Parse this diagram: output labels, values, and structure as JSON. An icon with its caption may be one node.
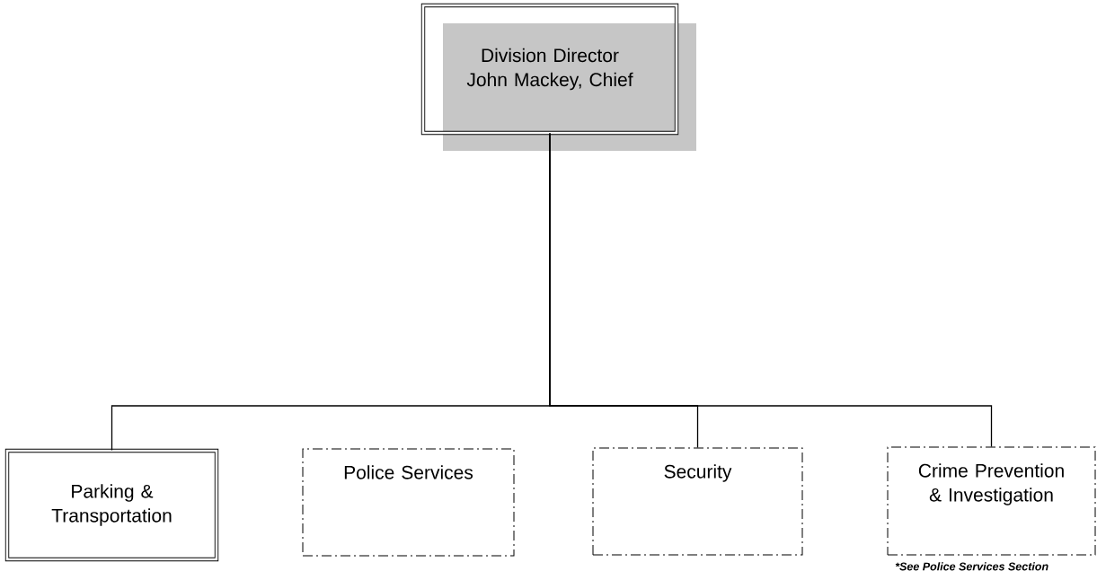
{
  "diagram": {
    "nodes": [
      {
        "text": [
          "Division Director",
          "John Mackey, Chief"
        ]
      },
      {
        "text": [
          "Parking & Transportation"
        ]
      },
      {
        "text": [
          "Police Services"
        ]
      },
      {
        "text": [
          "Security"
        ]
      },
      {
        "text": [
          "Crime Prevention & Investigation"
        ],
        "beside": [
          "*See Police Services Section"
        ]
      }
    ],
    "edges": [
      {
        "from": 0,
        "to": 1,
        "arrow": "none"
      },
      {
        "from": 0,
        "to": 3,
        "arrow": "none"
      },
      {
        "from": 0,
        "to": 4,
        "arrow": "none"
      }
    ]
  }
}
